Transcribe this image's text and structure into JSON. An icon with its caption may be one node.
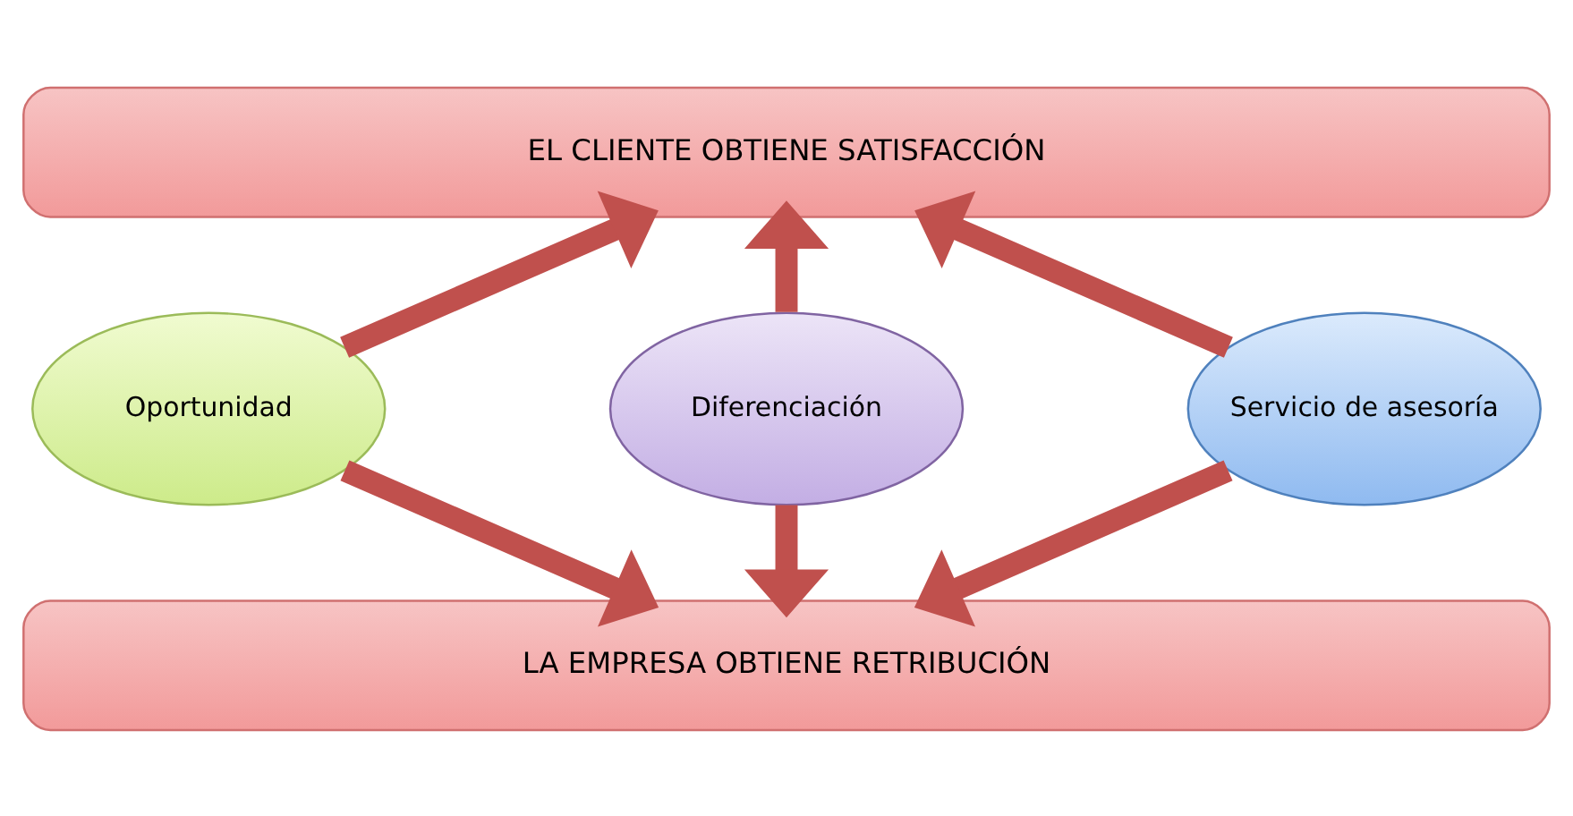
{
  "diagram": {
    "nodes": [
      {
        "text": [
          "EL CLIENTE OBTIENE SATISFACCIÓN"
        ]
      },
      {
        "text": [
          "Oportunidad"
        ]
      },
      {
        "text": [
          "Diferenciación"
        ]
      },
      {
        "text": [
          "Servicio de asesoría"
        ]
      },
      {
        "text": [
          "LA EMPRESA OBTIENE RETRIBUCIÓN"
        ]
      }
    ],
    "edges": [
      {
        "from": 1,
        "to": 0,
        "arrow": "to"
      },
      {
        "from": 2,
        "to": 0,
        "arrow": "to"
      },
      {
        "from": 3,
        "to": 0,
        "arrow": "to"
      },
      {
        "from": 1,
        "to": 4,
        "arrow": "to"
      },
      {
        "from": 2,
        "to": 4,
        "arrow": "to"
      },
      {
        "from": 3,
        "to": 4,
        "arrow": "to"
      }
    ]
  }
}
